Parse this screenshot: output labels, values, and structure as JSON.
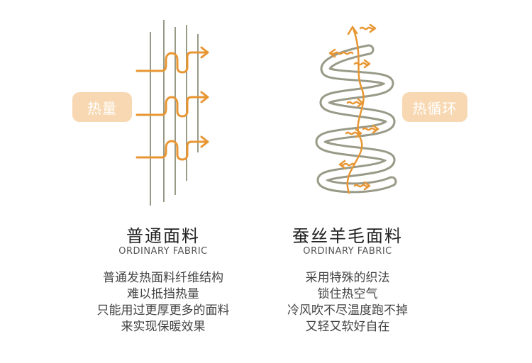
{
  "left": {
    "badge": "热量",
    "title": "普通面料",
    "subtitle": "ORDINARY FABRIC",
    "description": [
      "普通发热面料纤维结构",
      "难以抵挡热量",
      "只能用过更厚更多的面料",
      "来实现保暖效果"
    ]
  },
  "right": {
    "badge": "热循环",
    "title": "蚕丝羊毛面料",
    "subtitle": "ORDINARY FABRIC",
    "description": [
      "采用特殊的织法",
      "锁住热空气",
      "冷风吹不尽温度跑不掉",
      "又轻又软好自在"
    ]
  },
  "colors": {
    "fiber": "#9a9a88",
    "heat": "#e89632",
    "badge": "#f8d8b2"
  }
}
